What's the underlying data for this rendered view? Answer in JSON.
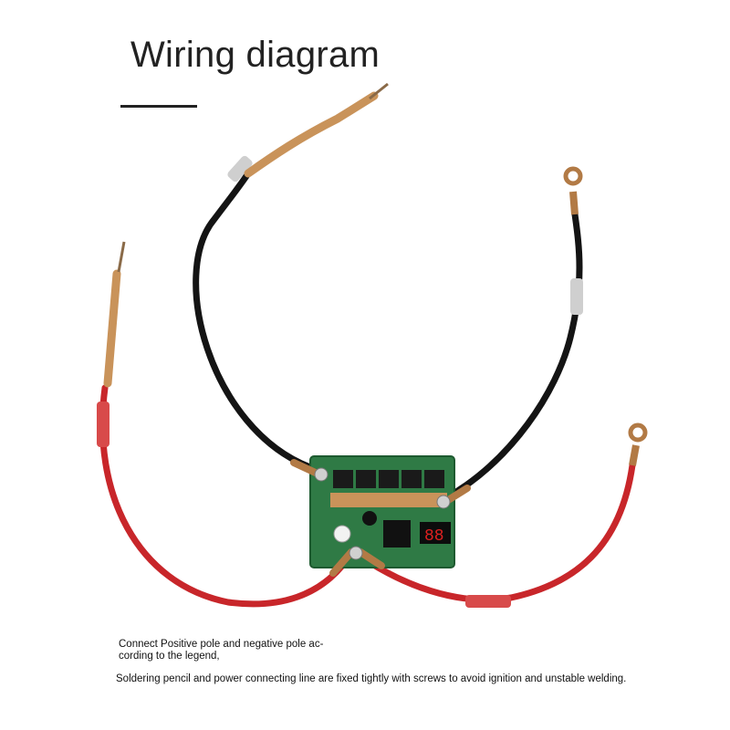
{
  "title": "Wiring diagram",
  "captions": {
    "polarity": "Connect Positive pole and negative pole ac-cording to the legend,",
    "mounting": "Soldering pencil and power connecting line are fixed tightly with screws to avoid ignition and unstable welding."
  },
  "board": {
    "display_readout": "88"
  },
  "colors": {
    "negative_cable": "#141414",
    "positive_cable": "#c8262a",
    "copper": "#c9935a",
    "pcb": "#2f7a45"
  },
  "icons": {
    "ring_terminal": "ring-terminal-icon",
    "welding_pen": "copper-pen-icon"
  }
}
